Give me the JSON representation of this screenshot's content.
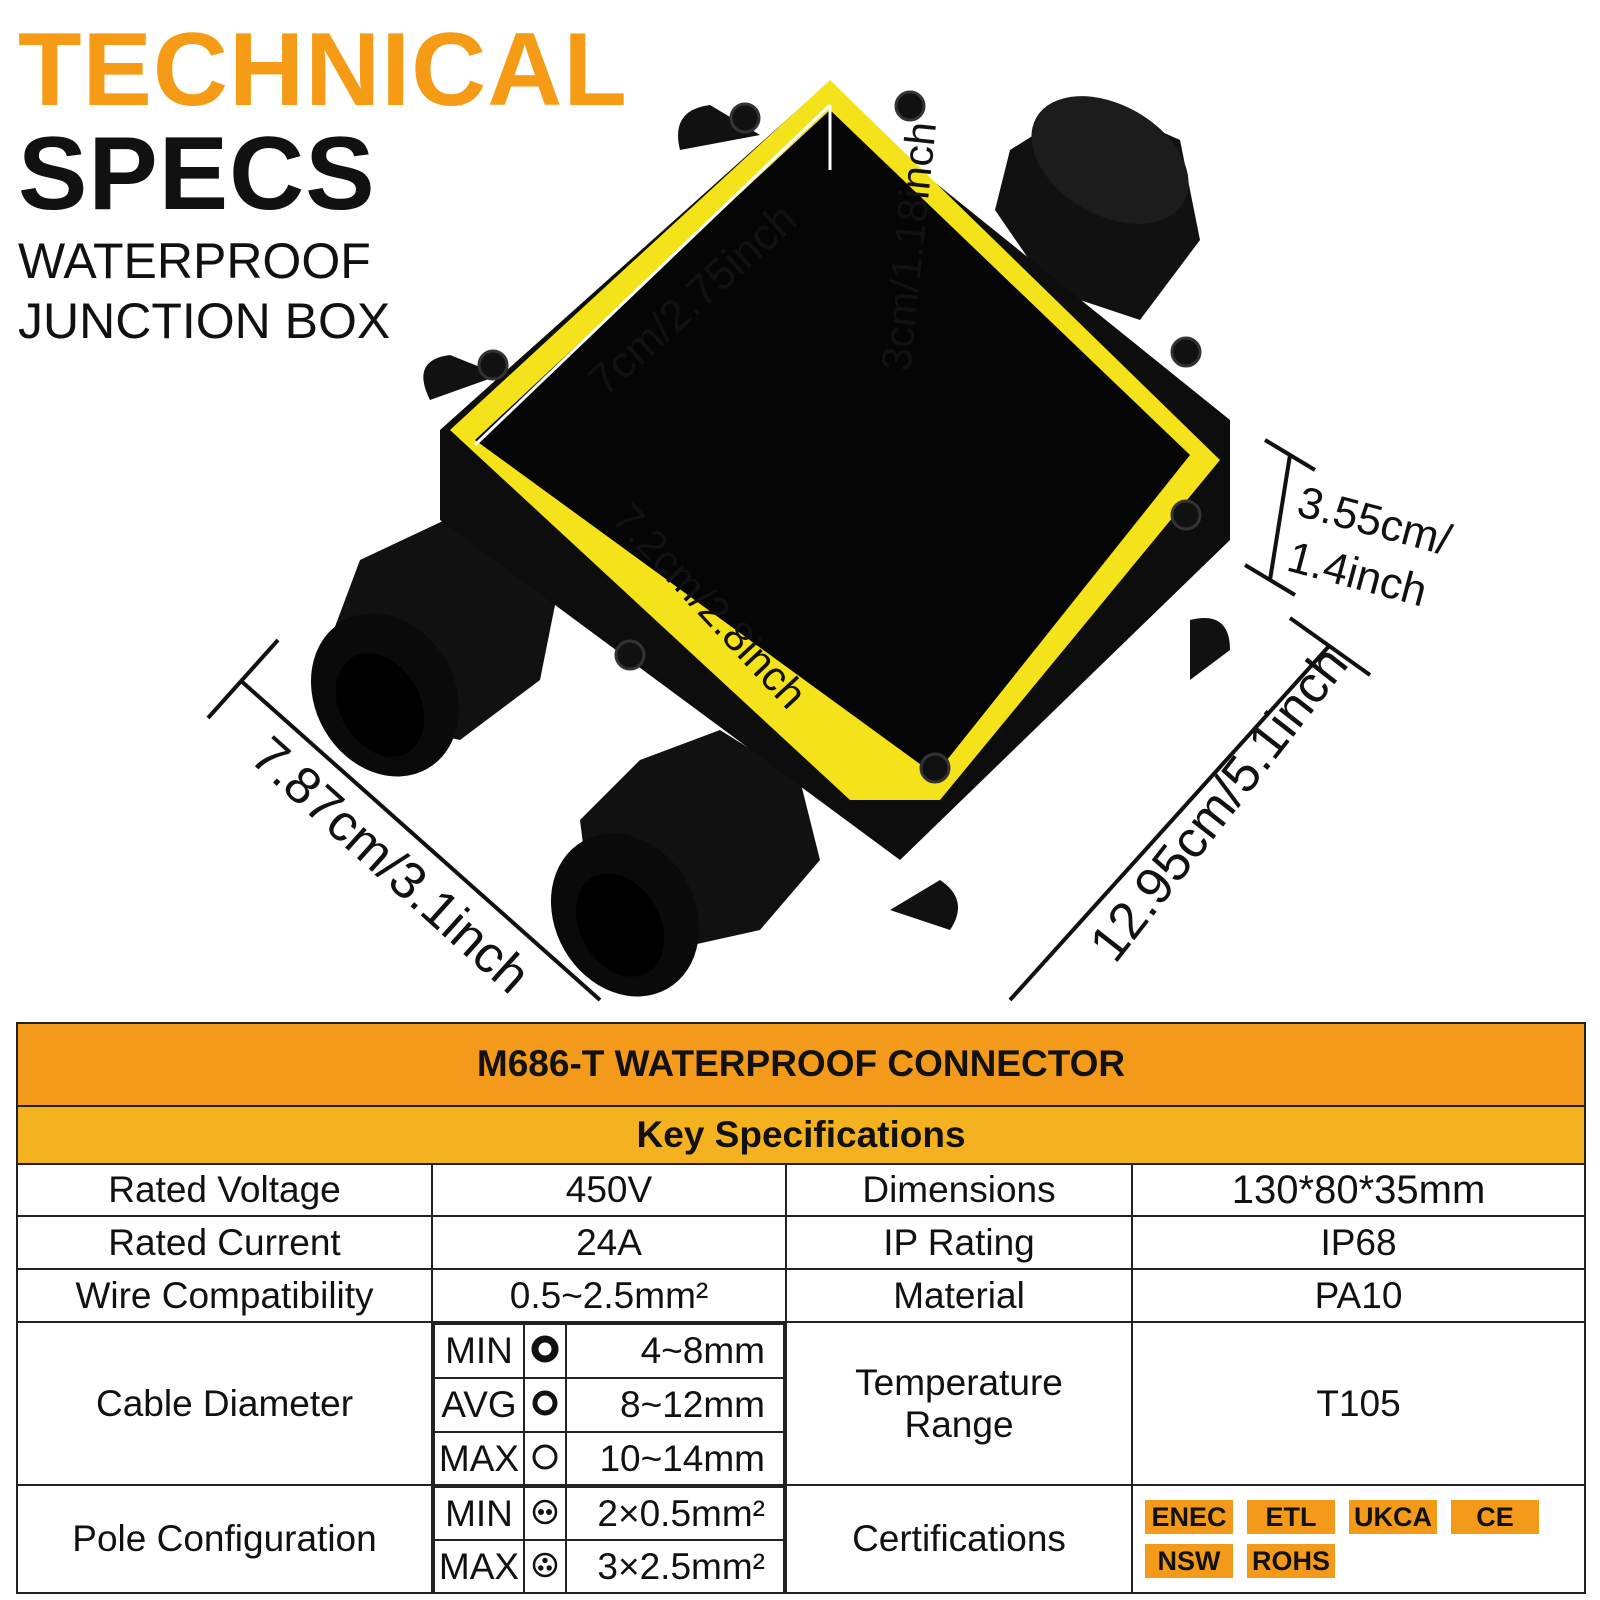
{
  "colors": {
    "accent": "#F59B16",
    "title_bar": "#F39A1A",
    "key_bar": "#F5B220",
    "box_body": "#0b0b0b",
    "gasket": "#F4E21A"
  },
  "header": {
    "title_line1": "TECHNICAL",
    "title_line2": "SPECS",
    "subtitle_line1": "WATERPROOF",
    "subtitle_line2": "JUNCTION BOX"
  },
  "dimensions": {
    "inner_length": "7cm/2.75inch",
    "inner_depth": "3cm/1.18inch",
    "inner_width": "7.2cm/2.8inch",
    "height": [
      "3.55cm/",
      "1.4inch"
    ],
    "overall_width": "7.87cm/3.1inch",
    "overall_length": "12.95cm/5.1inch"
  },
  "table": {
    "title": "M686-T WATERPROOF CONNECTOR",
    "subtitle": "Key Specifications",
    "rows": [
      {
        "label": "Rated Voltage",
        "value": "450V",
        "label2": "Dimensions",
        "value2": "130*80*35mm"
      },
      {
        "label": "Rated Current",
        "value": "24A",
        "label2": "IP Rating",
        "value2": "IP68"
      },
      {
        "label": "Wire Compatibility",
        "value": "0.5~2.5mm²",
        "label2": "Material",
        "value2": "PA10"
      }
    ],
    "cable_diameter": {
      "label": "Cable Diameter",
      "items": [
        {
          "name": "MIN",
          "icon": "thick-ring-icon",
          "value": "4~8mm"
        },
        {
          "name": "AVG",
          "icon": "medium-ring-icon",
          "value": "8~12mm"
        },
        {
          "name": "MAX",
          "icon": "thin-ring-icon",
          "value": "10~14mm"
        }
      ]
    },
    "temperature": {
      "label_line1": "Temperature",
      "label_line2": "Range",
      "value": "T105"
    },
    "pole_configuration": {
      "label": "Pole Configuration",
      "items": [
        {
          "name": "MIN",
          "icon": "two-pole-icon",
          "value": "2×0.5mm²"
        },
        {
          "name": "MAX",
          "icon": "three-pole-icon",
          "value": "3×2.5mm²"
        }
      ]
    },
    "certifications": {
      "label": "Certifications",
      "badges": [
        "ENEC",
        "ETL",
        "UKCA",
        "CE",
        "NSW",
        "ROHS"
      ]
    }
  }
}
